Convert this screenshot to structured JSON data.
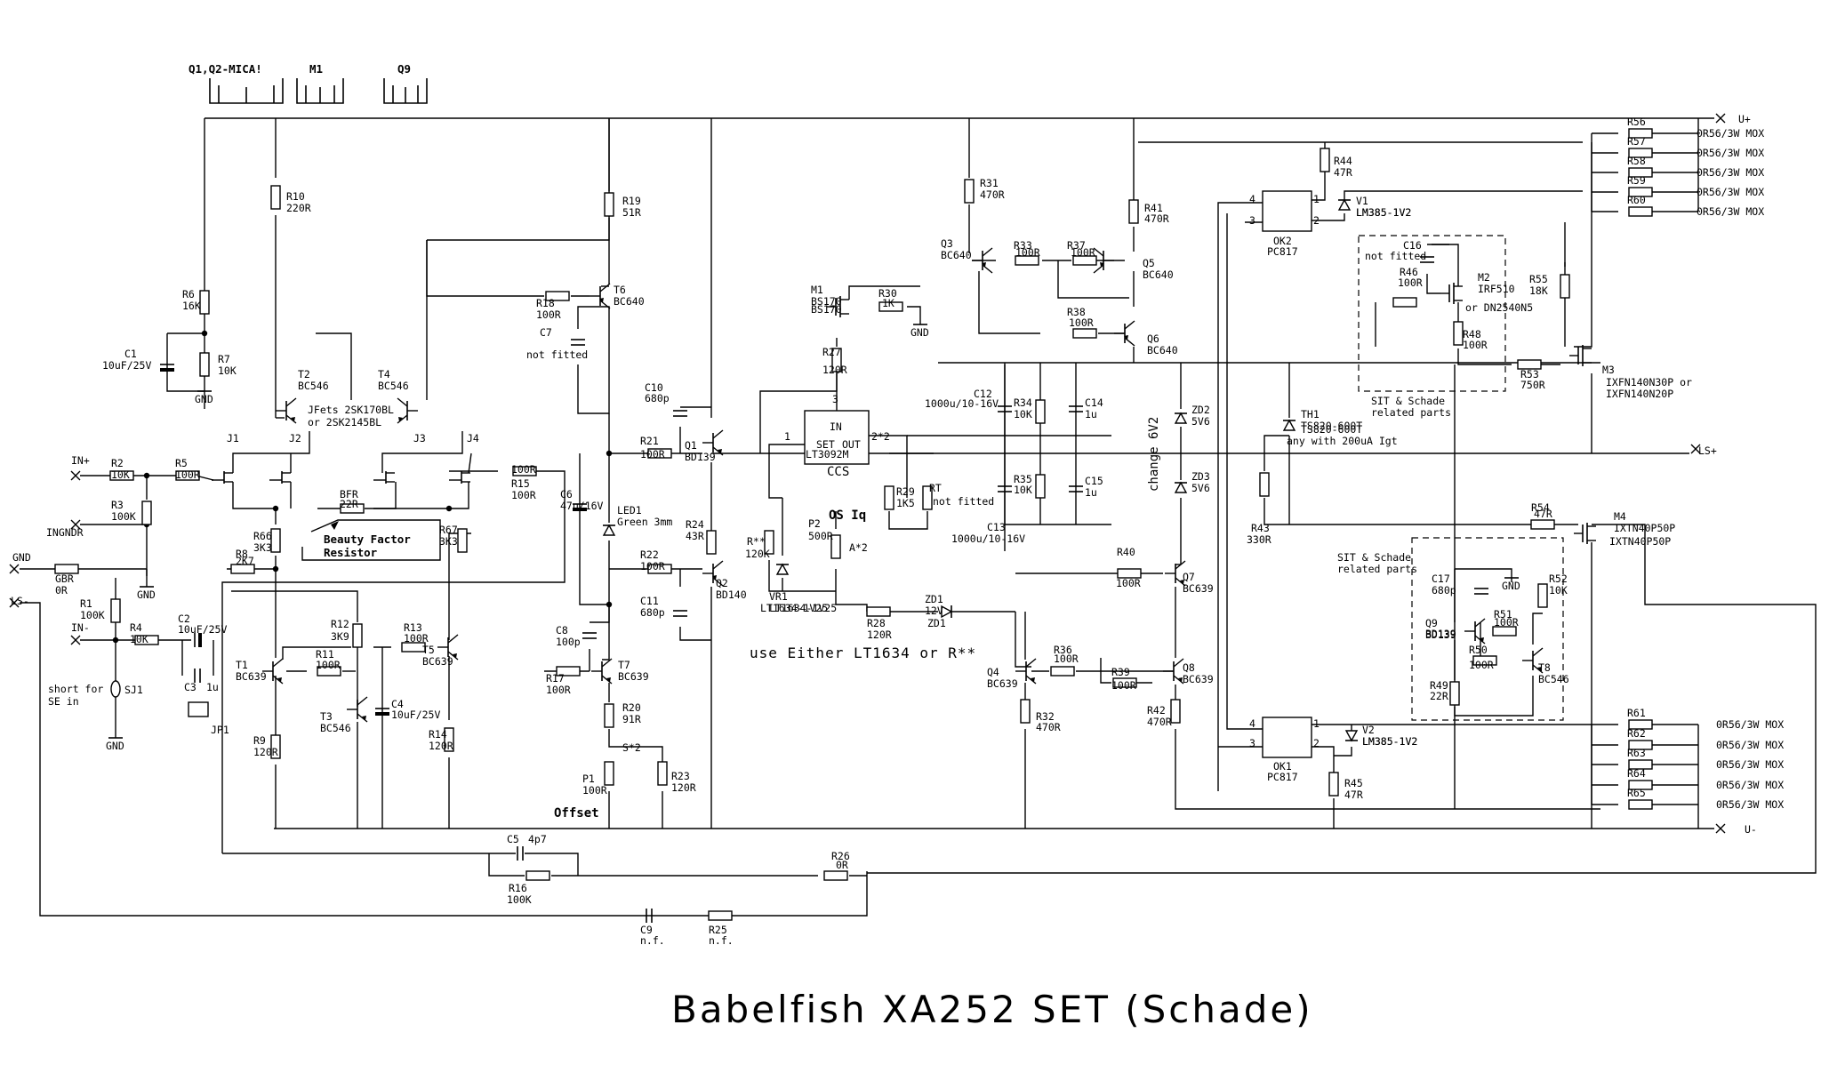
{
  "title": "Babelfish XA252 SET (Schade)",
  "heatsinks": [
    {
      "label": "Q1,Q2-MICA!"
    },
    {
      "label": "M1"
    },
    {
      "label": "Q9"
    }
  ],
  "ports": {
    "u_plus": "U+",
    "u_minus": "U-",
    "ls_plus": "LS+",
    "ls_minus": "LS-",
    "gnd": "GND",
    "in_plus": "IN+",
    "in_minus": "IN-",
    "ingndr": "INGNDR"
  },
  "notes": {
    "jfets": "JFets 2SK170BL",
    "jfets_alt": "or 2SK2145BL",
    "beauty": "Beauty Factor",
    "beauty2": "Resistor",
    "short_se": "short for",
    "short_se2": "SE in",
    "ccs": "CCS",
    "os_iq": "OS Iq",
    "use_either": "use Either LT1634 or R**",
    "change_6v2": "change 6V2",
    "offset": "Offset",
    "sit1": "SIT & Schade",
    "sit1b": "related parts",
    "sit2": "SIT & Schade",
    "sit2b": "related parts",
    "th1_note": "any with 200uA Igt",
    "m3_alt1": "IXFN140N30P or",
    "m3_alt2": "IXFN140N20P",
    "m2_alt": "or DN2540N5",
    "c7_nf": "not fitted",
    "c16_nf": "not fitted",
    "rt_nf": "not fitted",
    "in_pin": "IN",
    "set_pin": "SET",
    "out_pin": "OUT"
  },
  "components": {
    "R1": [
      "R1",
      "100K"
    ],
    "R2": [
      "R2",
      "10K"
    ],
    "R3": [
      "R3",
      "100K"
    ],
    "R4": [
      "R4",
      "10K"
    ],
    "R5": [
      "R5",
      "100R"
    ],
    "R6": [
      "R6",
      "16K"
    ],
    "R7": [
      "R7",
      "10K"
    ],
    "R8": [
      "R8",
      "2K7"
    ],
    "R9": [
      "R9",
      "120R"
    ],
    "R10": [
      "R10",
      "220R"
    ],
    "R11": [
      "R11",
      "100R"
    ],
    "R12": [
      "R12",
      "3K9"
    ],
    "R13": [
      "R13",
      "100R"
    ],
    "R14": [
      "R14",
      "120R"
    ],
    "R15": [
      "R15",
      "100R"
    ],
    "R16": [
      "R16",
      "100K"
    ],
    "R17": [
      "R17",
      "100R"
    ],
    "R18": [
      "R18",
      "100R"
    ],
    "R19": [
      "R19",
      "51R"
    ],
    "R20": [
      "R20",
      "91R"
    ],
    "R21": [
      "R21",
      "100R"
    ],
    "R22": [
      "R22",
      "100R"
    ],
    "R23": [
      "R23",
      "120R"
    ],
    "R24": [
      "R24",
      "43R"
    ],
    "R25": [
      "R25",
      "n.f."
    ],
    "R26": [
      "R26",
      "0R"
    ],
    "R27": [
      "R27",
      "120R"
    ],
    "R28": [
      "R28",
      "120R"
    ],
    "R29": [
      "R29",
      "1K5"
    ],
    "R30": [
      "R30",
      "1K"
    ],
    "R31": [
      "R31",
      "470R"
    ],
    "R32": [
      "R32",
      "470R"
    ],
    "R33": [
      "R33",
      "100R"
    ],
    "R34": [
      "R34",
      "10K"
    ],
    "R35": [
      "R35",
      "10K"
    ],
    "R36": [
      "R36",
      "100R"
    ],
    "R37": [
      "R37",
      "100R"
    ],
    "R38": [
      "R38",
      "100R"
    ],
    "R39": [
      "R39",
      "100R"
    ],
    "R40": [
      "R40",
      "100R"
    ],
    "R41": [
      "R41",
      "470R"
    ],
    "R42": [
      "R42",
      "470R"
    ],
    "R43": [
      "R43",
      "330R"
    ],
    "R44": [
      "R44",
      "47R"
    ],
    "R45": [
      "R45",
      "47R"
    ],
    "R46": [
      "R46",
      "100R"
    ],
    "R48": [
      "R48",
      "100R"
    ],
    "R49": [
      "R49",
      "22R"
    ],
    "R50": [
      "R50",
      "100R"
    ],
    "R51": [
      "R51",
      "100R"
    ],
    "R52": [
      "R52",
      "10K"
    ],
    "R53": [
      "R53",
      "750R"
    ],
    "R54": [
      "R54",
      "47R"
    ],
    "R55": [
      "R55",
      "18K"
    ],
    "R66": [
      "R66",
      "3K3"
    ],
    "R67": [
      "R67",
      "3K3"
    ],
    "GBR": [
      "GBR",
      "0R"
    ],
    "BFR": [
      "BFR",
      "22R"
    ],
    "RT": [
      "RT",
      ""
    ],
    "Rxx": [
      "R**",
      "120K"
    ],
    "C1": [
      "C1",
      "10uF/25V"
    ],
    "C2": [
      "C2",
      "10uF/25V"
    ],
    "C3": [
      "C3",
      "1u"
    ],
    "C4": [
      "C4",
      "10uF/25V"
    ],
    "C5": [
      "C5",
      "4p7"
    ],
    "C6": [
      "C6",
      "47u/16V"
    ],
    "C7": [
      "C7",
      ""
    ],
    "C8": [
      "C8",
      "100p"
    ],
    "C9": [
      "C9",
      "n.f."
    ],
    "C10": [
      "C10",
      "680p"
    ],
    "C11": [
      "C11",
      "680p"
    ],
    "C12": [
      "C12",
      "1000u/10-16V"
    ],
    "C13": [
      "C13",
      "1000u/10-16V"
    ],
    "C14": [
      "C14",
      "1u"
    ],
    "C15": [
      "C15",
      "1u"
    ],
    "C16": [
      "C16",
      ""
    ],
    "C17": [
      "C17",
      "680p"
    ],
    "T1": [
      "T1",
      "BC639"
    ],
    "T2": [
      "T2",
      "BC546"
    ],
    "T3": [
      "T3",
      "BC546"
    ],
    "T4": [
      "T4",
      "BC546"
    ],
    "T5": [
      "T5",
      "BC639"
    ],
    "T6": [
      "T6",
      "BC640"
    ],
    "T7": [
      "T7",
      "BC639"
    ],
    "T8": [
      "T8",
      "BC546"
    ],
    "Q1": [
      "Q1",
      "BD139"
    ],
    "Q2": [
      "Q2",
      "BD140"
    ],
    "Q3": [
      "Q3",
      "BC640"
    ],
    "Q4": [
      "Q4",
      "BC639"
    ],
    "Q5": [
      "Q5",
      "BC640"
    ],
    "Q6": [
      "Q6",
      "BC640"
    ],
    "Q7": [
      "Q7",
      "BC639"
    ],
    "Q8": [
      "Q8",
      "BC639"
    ],
    "Q9": [
      "Q9",
      "BD139"
    ],
    "M1": [
      "M1",
      "BS170"
    ],
    "M2": [
      "M2",
      "IRF510"
    ],
    "M3": [
      "M3",
      ""
    ],
    "M4": [
      "M4",
      "IXTN40P50P"
    ],
    "J1": [
      "J1",
      ""
    ],
    "J2": [
      "J2",
      ""
    ],
    "J3": [
      "J3",
      ""
    ],
    "J4": [
      "J4",
      ""
    ],
    "OK1": [
      "OK1",
      "PC817"
    ],
    "OK2": [
      "OK2",
      "PC817"
    ],
    "V1": [
      "V1",
      "LM385-1V2"
    ],
    "V2": [
      "V2",
      "LM385-1V2"
    ],
    "VR1": [
      "VR1",
      "LT1634-1V25"
    ],
    "IC": [
      "LT3092M",
      ""
    ],
    "ZD1": [
      "ZD1",
      "12V"
    ],
    "ZD2": [
      "ZD2",
      "5V6"
    ],
    "ZD3": [
      "ZD3",
      "5V6"
    ],
    "TH1": [
      "TH1",
      "TS820-600T"
    ],
    "LED1": [
      "LED1",
      "Green 3mm"
    ],
    "P1": [
      "P1",
      "100R"
    ],
    "P2": [
      "P2",
      "500R"
    ],
    "SJ1": [
      "SJ1",
      ""
    ],
    "JP1": [
      "JP1",
      ""
    ]
  },
  "mox_resistors": [
    {
      "ref": "R56",
      "value": "0R56/3W MOX"
    },
    {
      "ref": "R57",
      "value": "0R56/3W MOX"
    },
    {
      "ref": "R58",
      "value": "0R56/3W MOX"
    },
    {
      "ref": "R59",
      "value": "0R56/3W MOX"
    },
    {
      "ref": "R60",
      "value": "0R56/3W MOX"
    },
    {
      "ref": "R61",
      "value": "0R56/3W MOX"
    },
    {
      "ref": "R62",
      "value": "0R56/3W MOX"
    },
    {
      "ref": "R63",
      "value": "0R56/3W MOX"
    },
    {
      "ref": "R64",
      "value": "0R56/3W MOX"
    },
    {
      "ref": "R65",
      "value": "0R56/3W MOX"
    }
  ]
}
